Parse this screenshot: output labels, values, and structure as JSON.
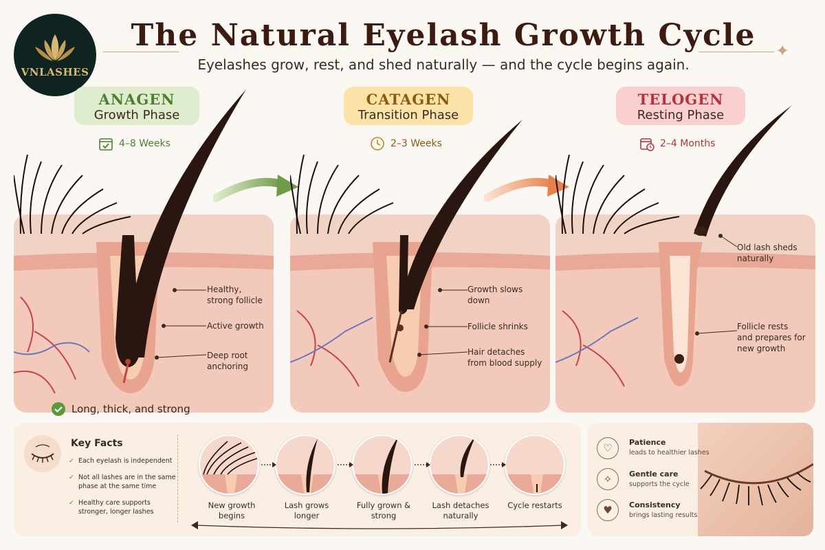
{
  "brand": {
    "logo_text": "VNLASHES"
  },
  "title": "The Natural Eyelash Growth Cycle",
  "subtitle": "Eyelashes grow, rest, and shed naturally — and the cycle begins again.",
  "phases": [
    {
      "name": "ANAGEN",
      "sub": "Growth Phase",
      "duration": "4–8 Weeks",
      "color": "#4f7d34",
      "bg": "#dfeccd",
      "annotations": [
        "Healthy, strong follicle",
        "Active growth",
        "Deep root anchoring"
      ]
    },
    {
      "name": "CATAGEN",
      "sub": "Transition Phase",
      "duration": "2–3 Weeks",
      "color": "#8a5a12",
      "bg": "#fbe2a8",
      "annotations": [
        "Growth slows down",
        "Follicle shrinks",
        "Hair detaches from blood supply"
      ]
    },
    {
      "name": "TELOGEN",
      "sub": "Resting Phase",
      "duration": "2–4 Months",
      "color": "#b4323f",
      "bg": "#f9cfd0",
      "annotations": [
        "Old lash sheds naturally",
        "Follicle rests and prepares for new growth"
      ]
    }
  ],
  "anagen_note": "Long, thick, and strong",
  "key_facts": {
    "title": "Key Facts",
    "items": [
      "Each eyelash is independent",
      "Not all lashes are in the same phase at the same time",
      "Healthy care supports stronger, longer lashes"
    ]
  },
  "steps": [
    "New growth begins",
    "Lash grows longer",
    "Fully grown & strong",
    "Lash detaches naturally",
    "Cycle restarts"
  ],
  "tips": [
    {
      "title": "Patience",
      "text": "leads to healthier lashes",
      "icon": "shield-heart-icon"
    },
    {
      "title": "Gentle care",
      "text": "supports the cycle",
      "icon": "sparkle-icon"
    },
    {
      "title": "Consistency",
      "text": "brings lasting results",
      "icon": "hand-heart-icon"
    }
  ]
}
